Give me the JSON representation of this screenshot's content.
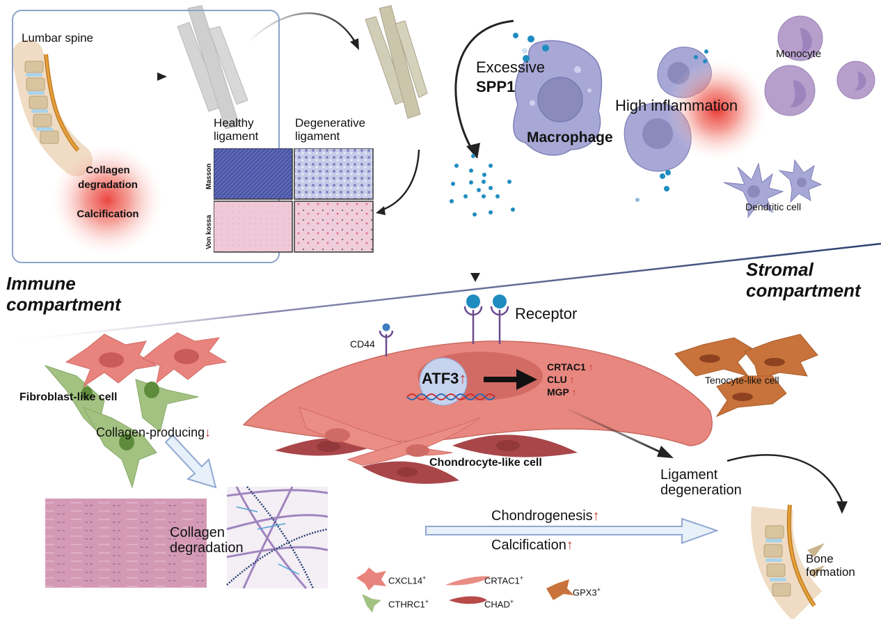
{
  "inset_panel": {
    "lumbar_spine_label": "Lumbar spine",
    "healthy_label_line1": "Healthy",
    "healthy_label_line2": "ligament",
    "degenerative_label_line1": "Degenerative",
    "degenerative_label_line2": "ligament",
    "stain_row1": "Masson",
    "stain_row2": "Von kossa",
    "hotspot_line1": "Collagen",
    "hotspot_line2": "degradation",
    "hotspot_line3": "Calcification"
  },
  "immune": {
    "excessive_label": "Excessive",
    "spp1_label": "SPP1",
    "macrophage_label": "Macrophage",
    "high_inflammation_label": "High inflammation",
    "monocyte_label": "Monocyte",
    "dendritic_label": "Dendritic cell"
  },
  "compartments": {
    "immune_line1": "Immune",
    "immune_line2": "compartment",
    "stromal_line1": "Stromal",
    "stromal_line2": "compartment"
  },
  "chondro_cell": {
    "receptor_label": "Receptor",
    "cd44_label": "CD44",
    "atf3_label": "ATF3",
    "up_arrow": "↑",
    "targets": [
      "CRTAC1",
      "CLU",
      "MGP"
    ],
    "chondrocyte_label": "Chondrocyte-like cell"
  },
  "fibroblast": {
    "label": "Fibroblast-like cell",
    "collagen_producing": "Collagen-producing",
    "down_arrow": "↓",
    "collagen_degradation_line1": "Collagen",
    "collagen_degradation_line2": "degradation"
  },
  "tenocyte": {
    "label": "Tenocyte-like cell"
  },
  "outcomes": {
    "chondrogenesis": "Chondrogenesis",
    "calcification": "Calcification",
    "ligament_degeneration_line1": "Ligament",
    "ligament_degeneration_line2": "degeneration",
    "bone_formation_line1": "Bone",
    "bone_formation_line2": "formation"
  },
  "legend": {
    "items": [
      {
        "name": "CXCL14",
        "sup": "+",
        "color": "#e8837d"
      },
      {
        "name": "CTHRC1",
        "sup": "+",
        "color": "#9fbf7d"
      },
      {
        "name": "CRTAC1",
        "sup": "+",
        "color": "#e98d84"
      },
      {
        "name": "CHAD",
        "sup": "+",
        "color": "#b84a4a"
      },
      {
        "name": "GPX3",
        "sup": "+",
        "color": "#c8733b"
      }
    ]
  },
  "colors": {
    "panel_border": "#8da3c8",
    "immune_cell": "#a7a8d6",
    "spp1_dot": "#1f8cc0",
    "chondro_cell": "#e8877f",
    "arrow_up_red": "#c0392b",
    "divider": "#2a3f6e"
  }
}
